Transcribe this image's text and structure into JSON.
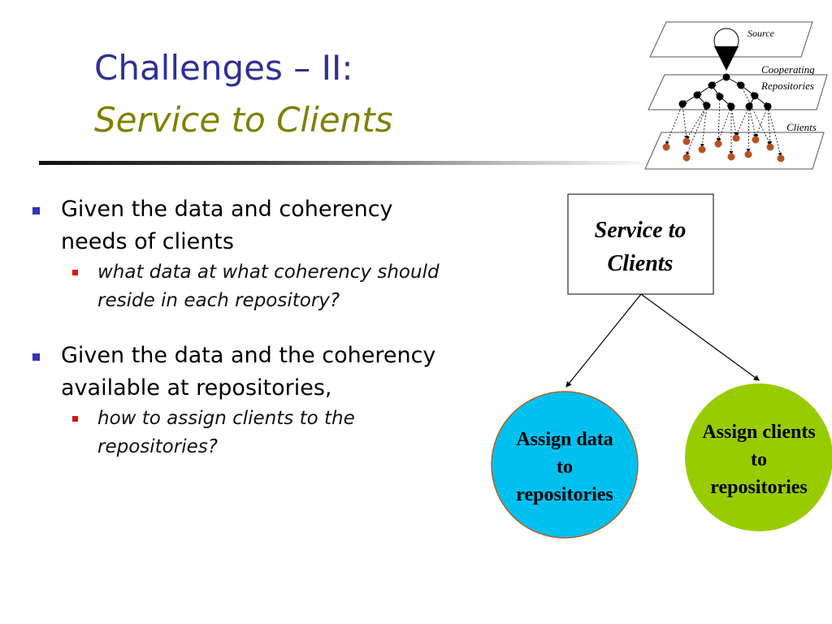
{
  "slide": {
    "title_line1": "Challenges – II:",
    "title_line2": "Service to Clients"
  },
  "bullets": [
    {
      "text_lines": [
        "Given the data and coherency",
        "needs of clients"
      ],
      "sub_lines": [
        "what data at what coherency should",
        "reside in each repository?"
      ]
    },
    {
      "text_lines": [
        "Given the data and the coherency",
        "available at repositories,"
      ],
      "sub_lines": [
        "how to assign clients to the",
        "repositories?"
      ]
    }
  ],
  "network_diagram": {
    "layer_labels": {
      "source": "Source",
      "repositories_line1": "Cooperating",
      "repositories_line2": "Repositories",
      "clients": "Clients"
    },
    "colors": {
      "client_node": "#b5531f",
      "repository_node": "#000000"
    }
  },
  "tree_diagram": {
    "root_line1": "Service to",
    "root_line2": "Clients",
    "left": {
      "line1": "Assign data",
      "line2": "to",
      "line3": "repositories",
      "fill": "#00c0f0"
    },
    "right": {
      "line1": "Assign clients",
      "line2": "to",
      "line3": "repositories",
      "fill": "#99cc00"
    }
  }
}
